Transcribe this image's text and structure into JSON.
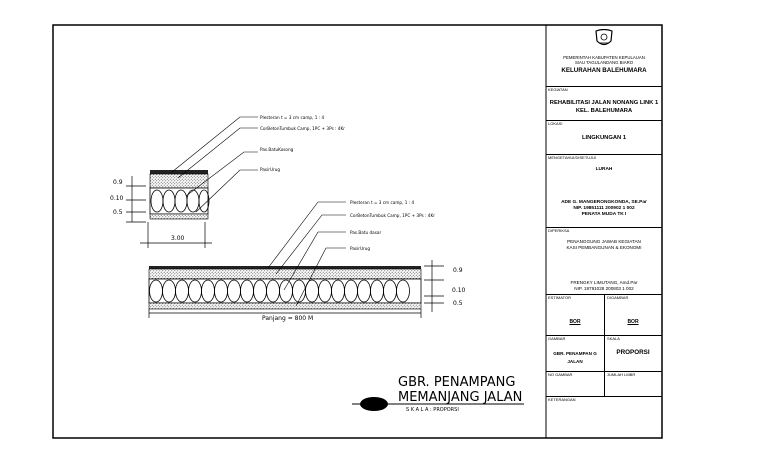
{
  "leaders_small": [
    "Plesteran t = 3 cm camp, 1 : 4",
    "CorBetonTumbuk Camp, 1PC + 3Ps : 4Kr",
    "Pas.BatuKosong",
    "PasirUrug"
  ],
  "leaders_long": [
    "Plesteran t = 3 cm camp, 1 : 4",
    "CorBetonTumbuk Camp, 1PC + 3Ps : 4Kr",
    "Pas.Batu dasar",
    "PasirUrug"
  ],
  "dims_small": {
    "d1": "0.9",
    "d2": "0.10",
    "d3": "0.5",
    "width": "3.00"
  },
  "dims_long": {
    "d1": "0.9",
    "d2": "0.10",
    "d3": "0.5",
    "length": "Panjang  = 800 M"
  },
  "drawing_title": {
    "line1": "GBR. PENAMPANG",
    "line2": "MEMANJANG JALAN",
    "scale": "S K A L A : PROPORSI"
  },
  "title_block": {
    "gov_line1": "PEMERINTAH KABUPATEN KEPULAUAN",
    "gov_line2": "SIAU TAGULANDANG BIARO",
    "office": "KELURAHAN BALEHUMARA",
    "kegiatan_cap": "KEGIATAN",
    "kegiatan_line1": "REHABILITASI JALAN NONANG LINK 1",
    "kegiatan_line2": "KEL. BALEHUMARA",
    "lokasi_cap": "LOKASI",
    "lokasi": "LINGKUNGAN 1",
    "approve_cap": "MENGETAHUI/DISETUJUI",
    "lurah": "LURAH",
    "lurah_name": "ADE G. MANGERONGKONDA, SE.Par",
    "lurah_nip": "NIP. 19851111 200902 1 002",
    "lurah_rank": "PENATA MUDA TK I",
    "diperiksa_cap": "DIPERIKSA",
    "pj_line1": "PENANGGUNG JAWAB KEGIATAN",
    "pj_line2": "KASI PEMBANGUNAN & EKONOMI",
    "pj_name": "FRENGKY LIMUTANG, Amd.Par",
    "pj_nip": "NIP. 19791028 200803 1 002",
    "estimator_cap": "ESTIMATOR",
    "drafter_cap": "DIGAMBAR",
    "estimator": "BOR",
    "drafter": "BOR",
    "gambar_cap": "GAMBAR",
    "skala_cap": "SKALA",
    "gambar_value": "GBR. PENAMPAN G JALAN",
    "skala_value": "PROPORSI",
    "no_gambar_cap": "NO GAMBAR",
    "jumlah_cap": "JUMLAH LMBR",
    "keterangan_cap": "KETERANGAN"
  }
}
